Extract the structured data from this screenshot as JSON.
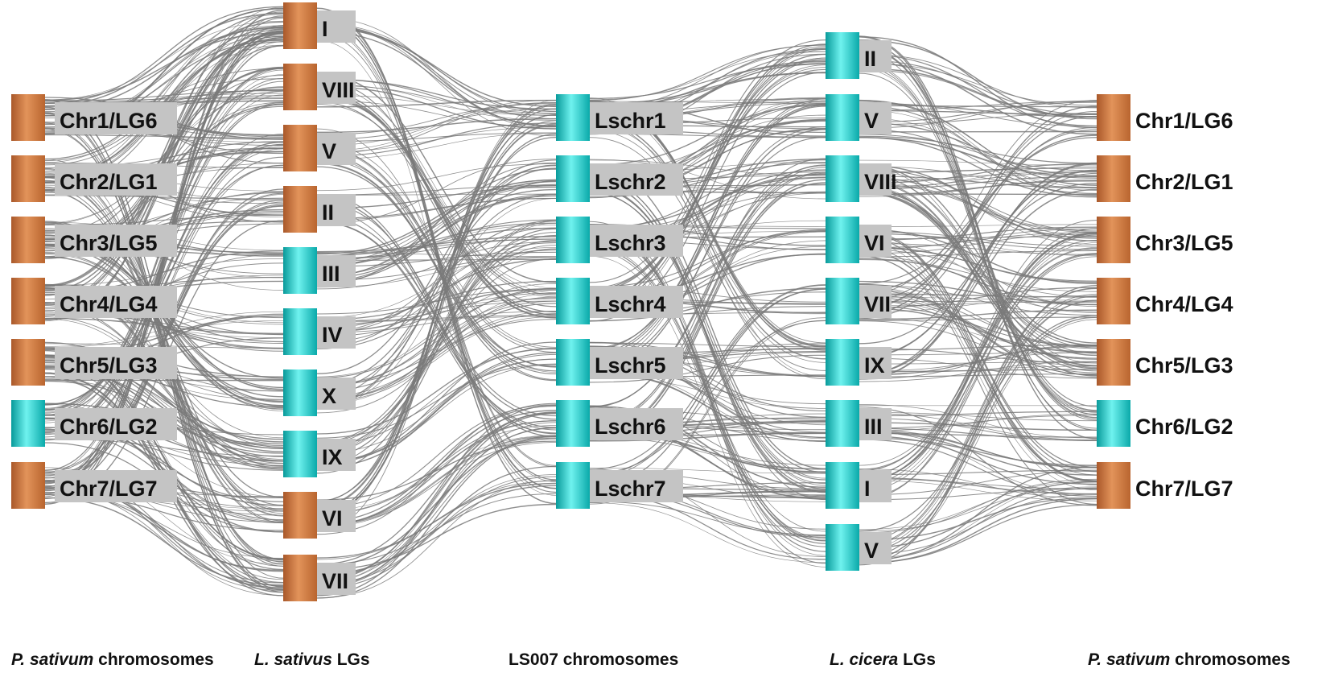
{
  "colors": {
    "pea": "#c8773f",
    "teal": "#13c2c2",
    "link": "#7a7a7a",
    "label_bg": "#c4c4c4"
  },
  "columns": [
    {
      "id": "ps_left",
      "title_italic": "P. sativum",
      "title_rest": " chromosomes",
      "blocks": [
        {
          "label": "Chr1/LG6",
          "color": "pea"
        },
        {
          "label": "Chr2/LG1",
          "color": "pea"
        },
        {
          "label": "Chr3/LG5",
          "color": "pea"
        },
        {
          "label": "Chr4/LG4",
          "color": "pea"
        },
        {
          "label": "Chr5/LG3",
          "color": "pea"
        },
        {
          "label": "Chr6/LG2",
          "color": "teal"
        },
        {
          "label": "Chr7/LG7",
          "color": "pea"
        }
      ]
    },
    {
      "id": "ls_lgs",
      "title_italic": "L. sativus",
      "title_rest": " LGs",
      "blocks": [
        {
          "label": "I",
          "color": "pea"
        },
        {
          "label": "VIII",
          "color": "pea"
        },
        {
          "label": "V",
          "color": "pea"
        },
        {
          "label": "II",
          "color": "pea"
        },
        {
          "label": "III",
          "color": "teal"
        },
        {
          "label": "IV",
          "color": "teal"
        },
        {
          "label": "X",
          "color": "teal"
        },
        {
          "label": "IX",
          "color": "teal"
        },
        {
          "label": "VI",
          "color": "pea"
        },
        {
          "label": "VII",
          "color": "pea"
        }
      ]
    },
    {
      "id": "ls007",
      "title_italic": "",
      "title_rest": "LS007 chromosomes",
      "blocks": [
        {
          "label": "Lschr1",
          "color": "teal"
        },
        {
          "label": "Lschr2",
          "color": "teal"
        },
        {
          "label": "Lschr3",
          "color": "teal"
        },
        {
          "label": "Lschr4",
          "color": "teal"
        },
        {
          "label": "Lschr5",
          "color": "teal"
        },
        {
          "label": "Lschr6",
          "color": "teal"
        },
        {
          "label": "Lschr7",
          "color": "teal"
        }
      ]
    },
    {
      "id": "lc_lgs",
      "title_italic": "L. cicera",
      "title_rest": " LGs",
      "blocks": [
        {
          "label": "II",
          "color": "teal"
        },
        {
          "label": "V",
          "color": "teal"
        },
        {
          "label": "VIII",
          "color": "teal"
        },
        {
          "label": "VI",
          "color": "teal"
        },
        {
          "label": "VII",
          "color": "teal"
        },
        {
          "label": "IX",
          "color": "teal"
        },
        {
          "label": "III",
          "color": "teal"
        },
        {
          "label": "I",
          "color": "teal"
        },
        {
          "label": "V",
          "color": "teal"
        }
      ]
    },
    {
      "id": "ps_right",
      "title_italic": "P. sativum",
      "title_rest": " chromosomes",
      "blocks": [
        {
          "label": "Chr1/LG6",
          "color": "pea"
        },
        {
          "label": "Chr2/LG1",
          "color": "pea"
        },
        {
          "label": "Chr3/LG5",
          "color": "pea"
        },
        {
          "label": "Chr4/LG4",
          "color": "pea"
        },
        {
          "label": "Chr5/LG3",
          "color": "pea"
        },
        {
          "label": "Chr6/LG2",
          "color": "teal"
        },
        {
          "label": "Chr7/LG7",
          "color": "pea"
        }
      ]
    }
  ],
  "links": [
    {
      "between": [
        "ps_left",
        "ls_lgs"
      ],
      "bundles": [
        [
          0,
          0
        ],
        [
          0,
          1
        ],
        [
          0,
          2
        ],
        [
          1,
          2
        ],
        [
          1,
          3
        ],
        [
          1,
          0
        ],
        [
          2,
          4
        ],
        [
          2,
          3
        ],
        [
          2,
          1
        ],
        [
          3,
          5
        ],
        [
          3,
          4
        ],
        [
          3,
          0
        ],
        [
          4,
          6
        ],
        [
          4,
          5
        ],
        [
          4,
          7
        ],
        [
          5,
          7
        ],
        [
          5,
          8
        ],
        [
          5,
          2
        ],
        [
          6,
          8
        ],
        [
          6,
          9
        ],
        [
          6,
          3
        ],
        [
          0,
          9
        ],
        [
          1,
          8
        ],
        [
          2,
          6
        ],
        [
          3,
          7
        ],
        [
          4,
          9
        ],
        [
          5,
          1
        ],
        [
          6,
          0
        ]
      ]
    },
    {
      "between": [
        "ls_lgs",
        "ls007"
      ],
      "bundles": [
        [
          0,
          0
        ],
        [
          1,
          0
        ],
        [
          2,
          0
        ],
        [
          3,
          1
        ],
        [
          4,
          1
        ],
        [
          4,
          2
        ],
        [
          5,
          2
        ],
        [
          5,
          3
        ],
        [
          6,
          3
        ],
        [
          7,
          4
        ],
        [
          8,
          5
        ],
        [
          9,
          5
        ],
        [
          9,
          6
        ],
        [
          2,
          4
        ],
        [
          0,
          6
        ],
        [
          1,
          3
        ],
        [
          3,
          5
        ],
        [
          6,
          1
        ],
        [
          7,
          2
        ],
        [
          8,
          0
        ]
      ]
    },
    {
      "between": [
        "ls007",
        "lc_lgs"
      ],
      "bundles": [
        [
          0,
          0
        ],
        [
          0,
          1
        ],
        [
          1,
          1
        ],
        [
          1,
          2
        ],
        [
          2,
          3
        ],
        [
          2,
          2
        ],
        [
          3,
          4
        ],
        [
          3,
          3
        ],
        [
          4,
          5
        ],
        [
          4,
          6
        ],
        [
          5,
          6
        ],
        [
          5,
          7
        ],
        [
          6,
          7
        ],
        [
          6,
          8
        ],
        [
          0,
          5
        ],
        [
          1,
          7
        ],
        [
          2,
          8
        ],
        [
          3,
          0
        ],
        [
          4,
          1
        ],
        [
          5,
          2
        ],
        [
          6,
          4
        ]
      ]
    },
    {
      "between": [
        "lc_lgs",
        "ps_right"
      ],
      "bundles": [
        [
          0,
          0
        ],
        [
          1,
          0
        ],
        [
          1,
          1
        ],
        [
          2,
          1
        ],
        [
          2,
          2
        ],
        [
          3,
          2
        ],
        [
          3,
          3
        ],
        [
          4,
          3
        ],
        [
          4,
          4
        ],
        [
          5,
          4
        ],
        [
          6,
          5
        ],
        [
          6,
          6
        ],
        [
          7,
          6
        ],
        [
          8,
          6
        ],
        [
          0,
          5
        ],
        [
          2,
          4
        ],
        [
          3,
          6
        ],
        [
          4,
          0
        ],
        [
          5,
          1
        ],
        [
          7,
          2
        ],
        [
          8,
          3
        ]
      ]
    }
  ]
}
